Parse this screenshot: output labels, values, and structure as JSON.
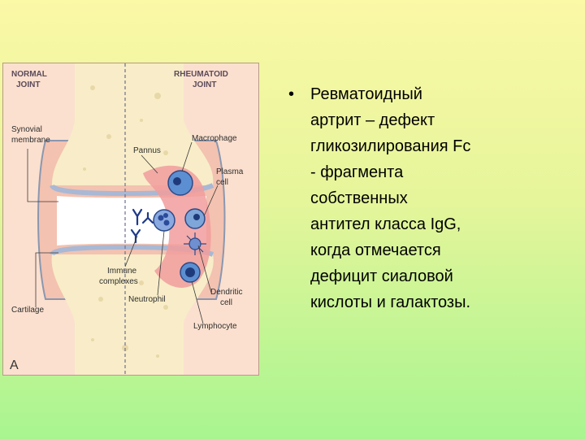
{
  "figure": {
    "normal_header": [
      "NORMAL",
      "JOINT"
    ],
    "rheumatoid_header": [
      "RHEUMATOID",
      "JOINT"
    ],
    "labels": {
      "synovial": [
        "Synovial",
        "membrane"
      ],
      "macrophage": "Macrophage",
      "pannus": "Pannus",
      "plasma": [
        "Plasma",
        "cell"
      ],
      "immune": [
        "Immune",
        "complexes"
      ],
      "neutrophil": "Neutrophil",
      "dendritic": [
        "Dendritic",
        "cell"
      ],
      "cartilage": "Cartilage",
      "lymphocyte": "Lymphocyte"
    },
    "panel_letter": "A"
  },
  "text": {
    "bullet": "•",
    "lines": [
      "Ревматоидный",
      "артрит – дефект",
      "гликозилирования Fc",
      "- фрагмента",
      "собственных",
      "антител класса IgG,",
      "когда отмечается",
      "дефицит сиаловой",
      "кислоты и галактозы."
    ]
  }
}
